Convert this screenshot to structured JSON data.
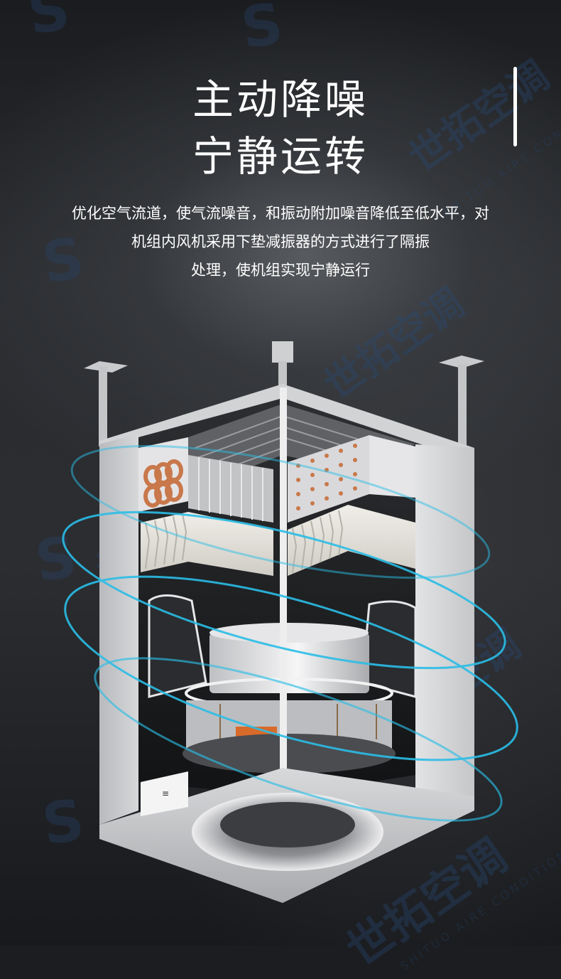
{
  "headline": {
    "line1": "主动降噪",
    "line2": "宁静运转"
  },
  "description": {
    "line1": "优化空气流道，使气流噪音，和振动附加噪音降低至低水平，对",
    "line2": "机组内风机采用下垫减振器的方式进行了隔振",
    "line3": "处理，使机组实现宁静运行"
  },
  "watermark": {
    "brand_cn": "世拓空调",
    "brand_en": "SHITUO AIRE CONDITION",
    "logo_glyph": "S"
  },
  "product_image": {
    "label": "ceiling-mounted air handling unit cutaway",
    "label_plate": "≡"
  },
  "colors": {
    "background": "#1b1d20",
    "text": "#ffffff",
    "airflow_ring": "#2bbde6",
    "casing": "#c9cacc",
    "copper": "#c8784a",
    "accent_orange": "#d86a2a"
  }
}
